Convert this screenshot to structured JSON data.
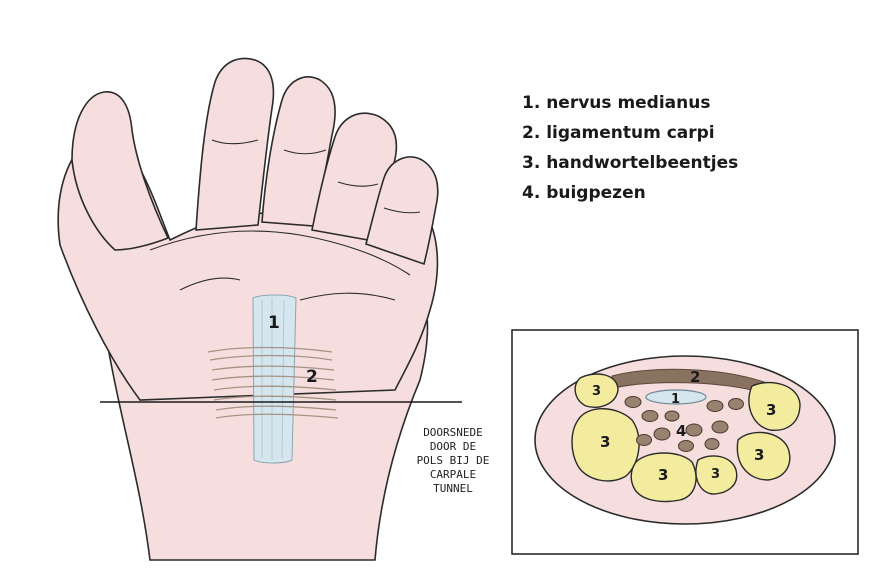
{
  "legend": [
    {
      "label": "1. nervus medianus"
    },
    {
      "label": "2. ligamentum carpi"
    },
    {
      "label": "3. handwortelbeentjes"
    },
    {
      "label": "4. buigpezen"
    }
  ],
  "caption_lines": [
    "DOORSNEDE",
    "DOOR DE",
    "POLS BIJ DE",
    "CARPALE",
    "TUNNEL"
  ],
  "hand_labels": {
    "nerve": "1",
    "ligament": "2"
  },
  "section_labels": {
    "nerve": "1",
    "ligament": "2",
    "tendons": "4",
    "bone": "3"
  },
  "colors": {
    "skin": "#f6dede",
    "outline": "#2b2b2b",
    "nerve": "#d5e6ef",
    "ligament": "#8a7260",
    "bone": "#f3ec9e",
    "tendon": "#9a8270"
  }
}
